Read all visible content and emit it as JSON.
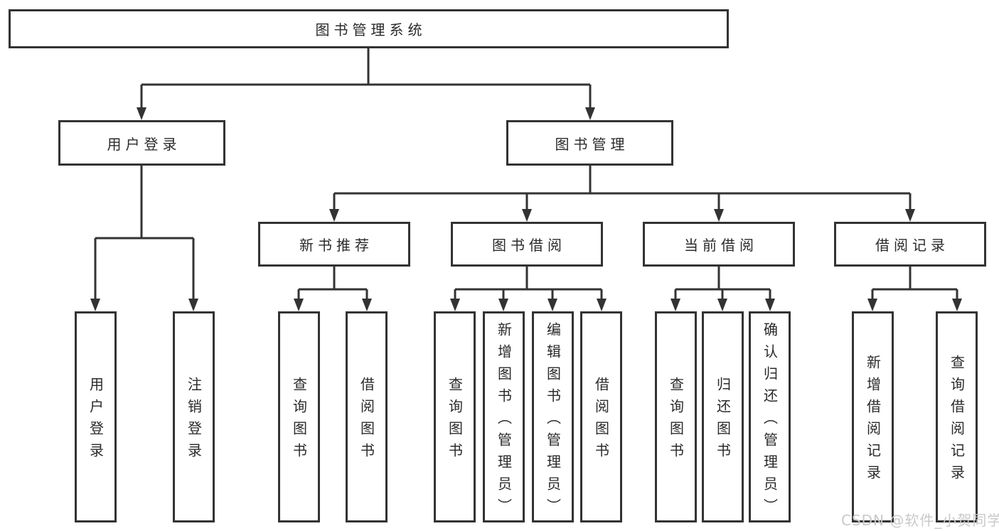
{
  "tree": {
    "root": {
      "label": "图书管理系统"
    },
    "children": [
      {
        "label": "用户登录",
        "children": [
          {
            "label": "用户登录"
          },
          {
            "label": "注销登录"
          }
        ]
      },
      {
        "label": "图书管理",
        "children": [
          {
            "label": "新书推荐",
            "children": [
              {
                "label": "查询图书"
              },
              {
                "label": "借阅图书"
              }
            ]
          },
          {
            "label": "图书借阅",
            "children": [
              {
                "label": "查询图书"
              },
              {
                "label": "新增图书（管理员）"
              },
              {
                "label": "编辑图书（管理员）"
              },
              {
                "label": "借阅图书"
              }
            ]
          },
          {
            "label": "当前借阅",
            "children": [
              {
                "label": "查询图书"
              },
              {
                "label": "归还图书"
              },
              {
                "label": "确认归还（管理员）"
              }
            ]
          },
          {
            "label": "借阅记录",
            "children": [
              {
                "label": "新增借阅记录"
              },
              {
                "label": "查询借阅记录"
              }
            ]
          }
        ]
      }
    ]
  },
  "watermark": {
    "text": "CSDN @软件_小贺同学"
  },
  "colors": {
    "line": "#333333",
    "box_border": "#333333",
    "box_fill": "#ffffff",
    "text": "#2a2a2a",
    "watermark": "#c9c9c9",
    "background": "#ffffff"
  }
}
